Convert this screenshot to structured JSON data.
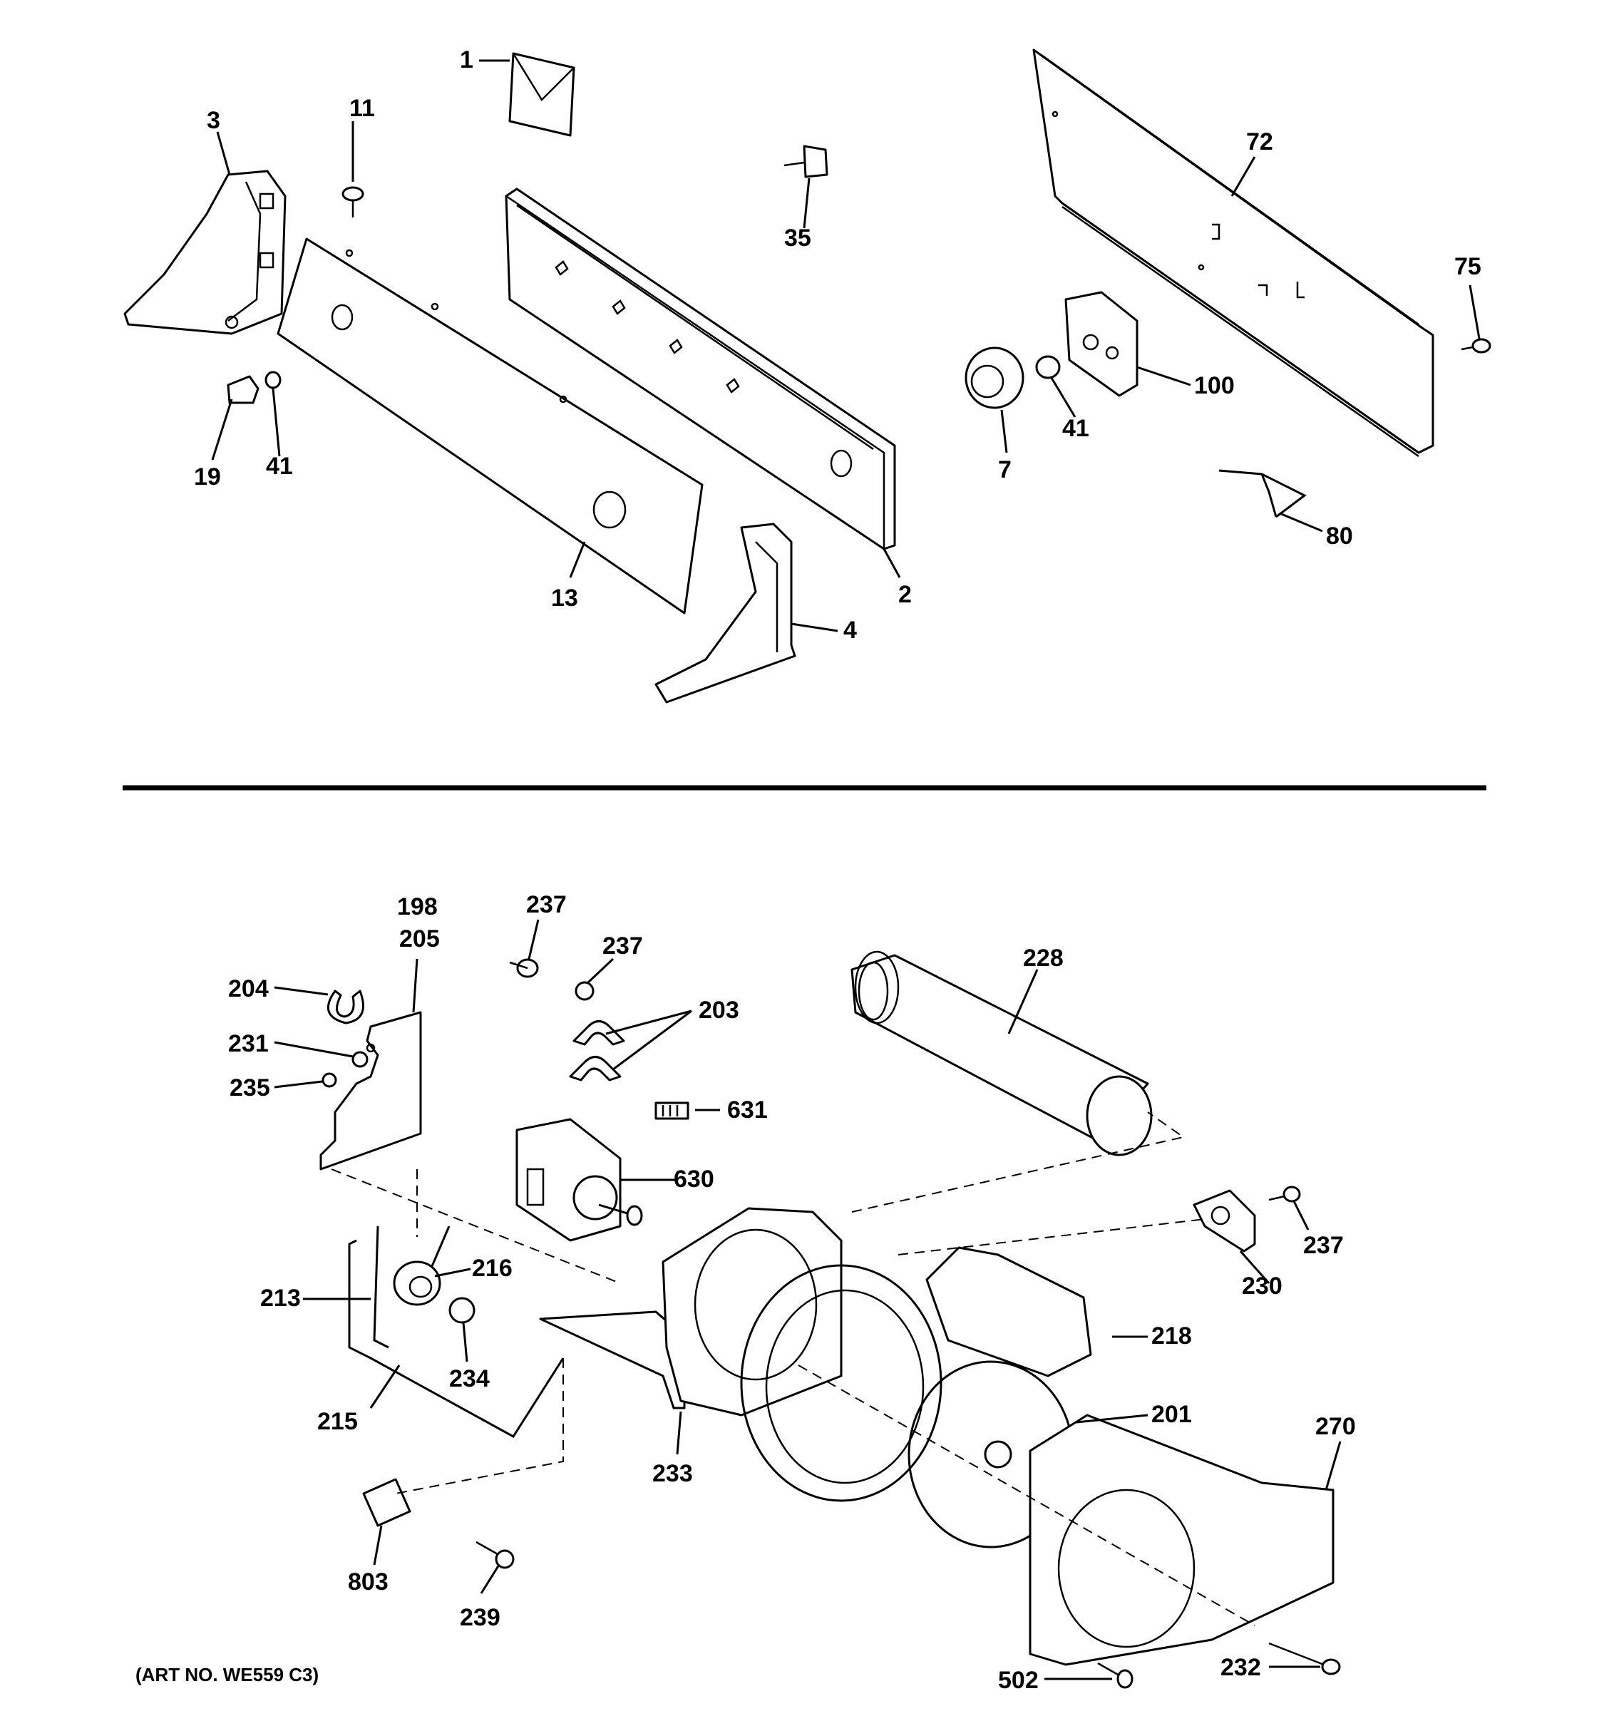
{
  "callouts": {
    "c1": "1",
    "c11": "11",
    "c3": "3",
    "c13": "13",
    "c19": "19",
    "c41a": "41",
    "c2": "2",
    "c4": "4",
    "c35": "35",
    "c72": "72",
    "c75": "75",
    "c100": "100",
    "c41b": "41",
    "c7": "7",
    "c80": "80",
    "c198": "198",
    "c205": "205",
    "c204": "204",
    "c231": "231",
    "c235": "235",
    "c237a": "237",
    "c237b": "237",
    "c203": "203",
    "c631": "631",
    "c630": "630",
    "c228": "228",
    "c213": "213",
    "c216": "216",
    "c234": "234",
    "c215": "215",
    "c233": "233",
    "c218": "218",
    "c230": "230",
    "c237c": "237",
    "c201": "201",
    "c270": "270",
    "c803": "803",
    "c239": "239",
    "c502": "502",
    "c232": "232"
  },
  "art_number": "(ART NO. WE559 C3)"
}
